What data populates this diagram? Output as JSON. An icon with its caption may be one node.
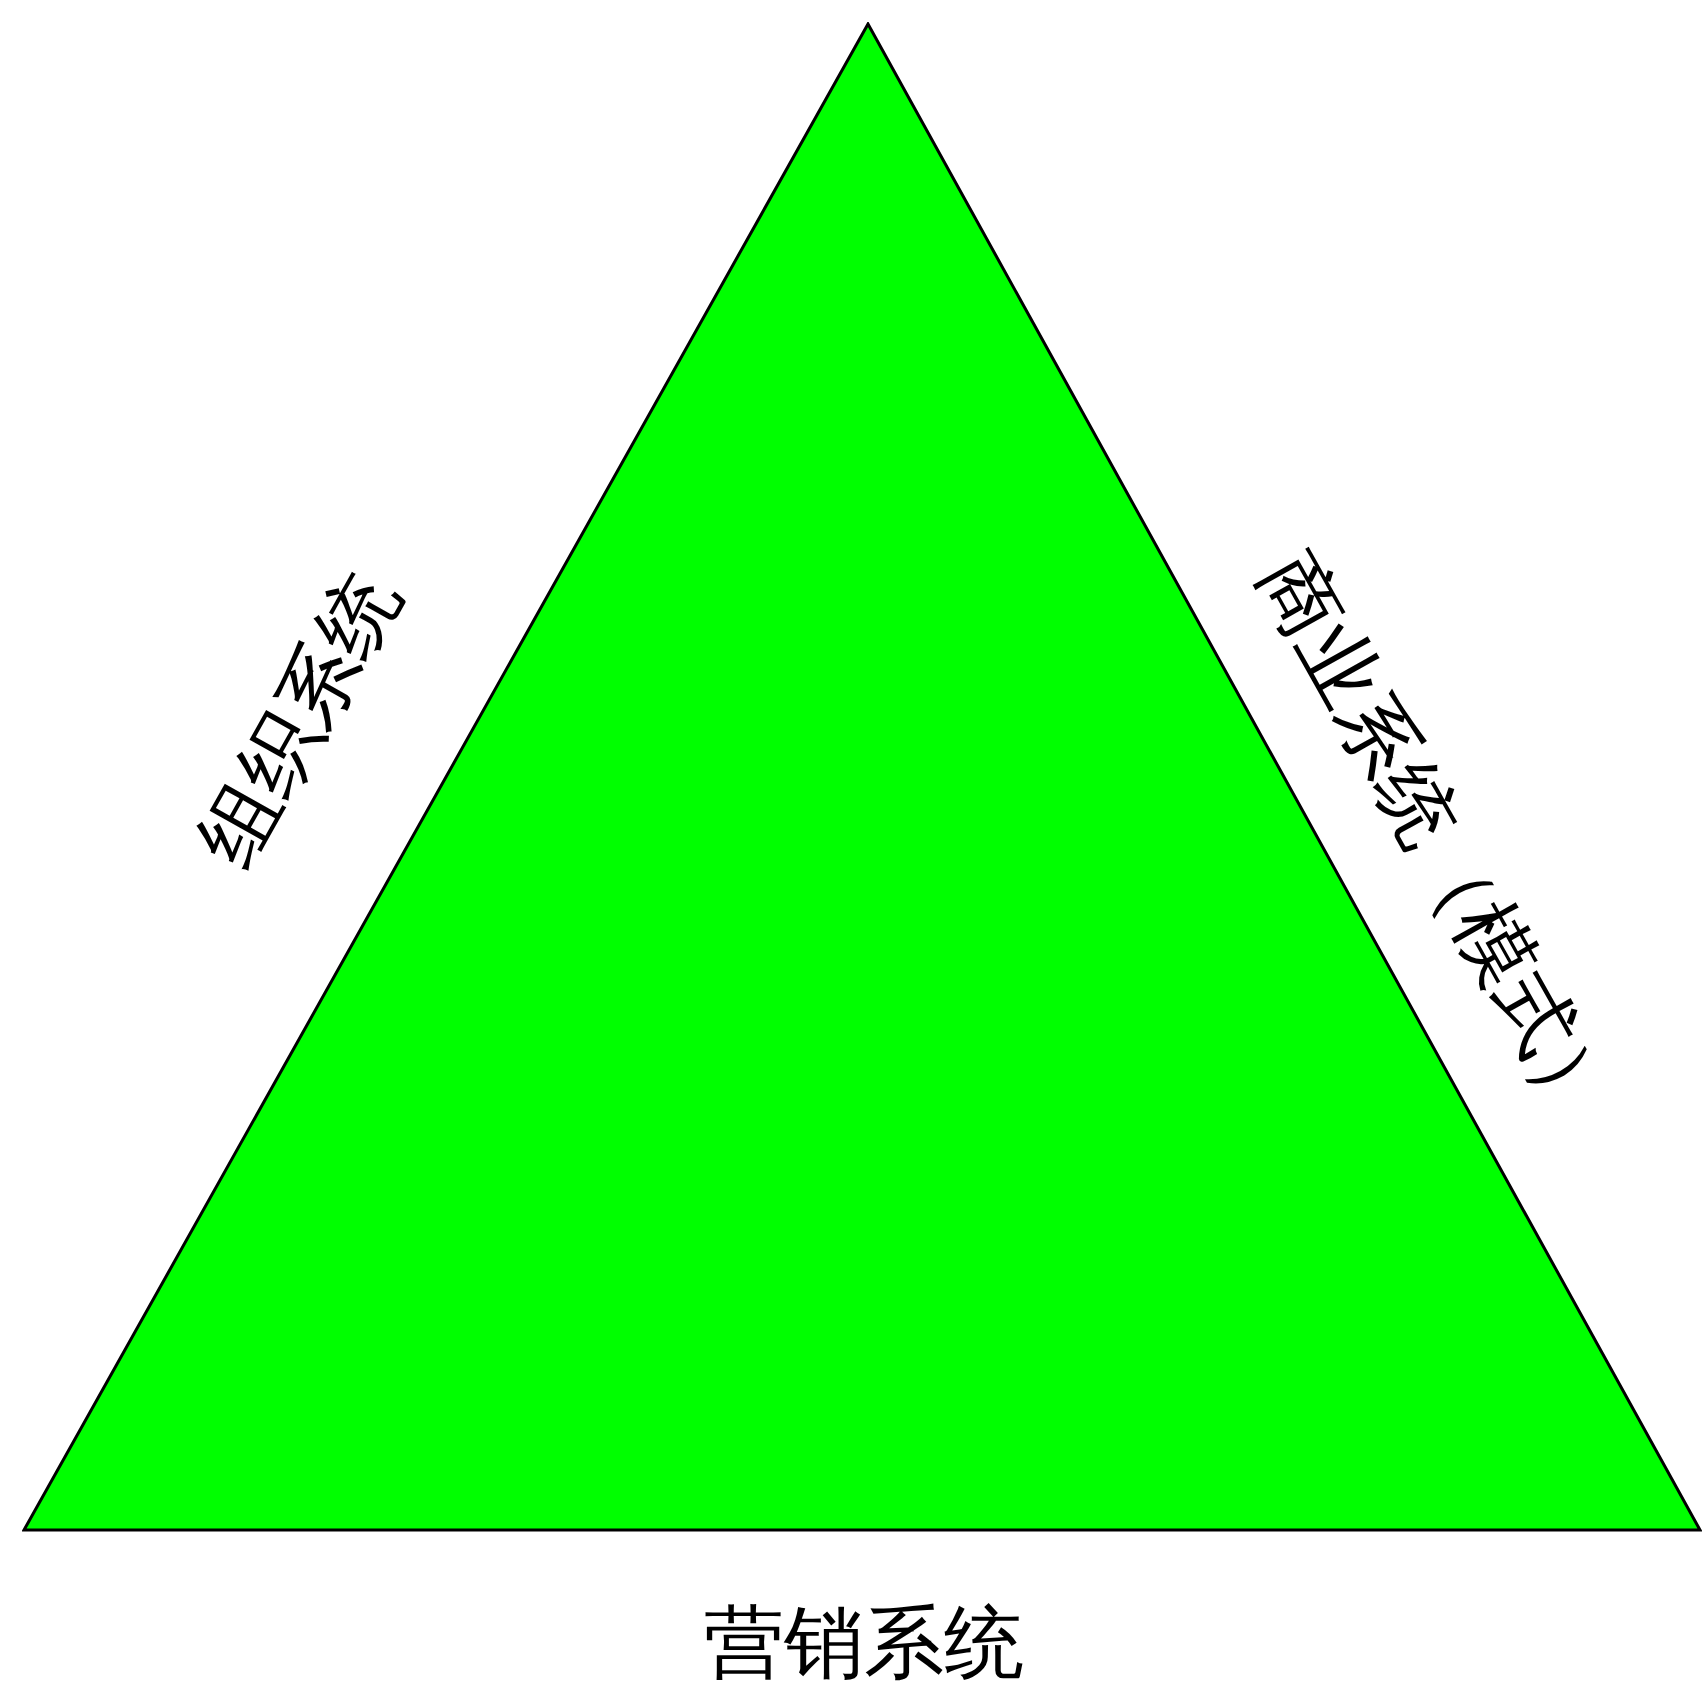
{
  "diagram": {
    "nodes": [
      {
        "text": [],
        "shape": "triangle",
        "beside": [
          "组织系统",
          "商业系统（模式）",
          "营销系统"
        ]
      }
    ]
  }
}
